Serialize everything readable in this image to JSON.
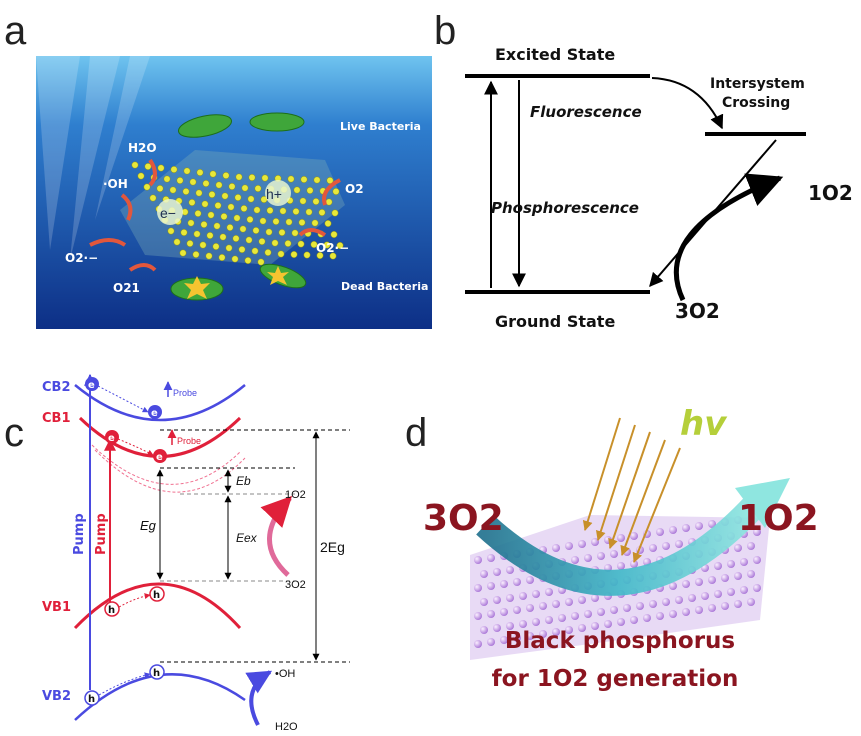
{
  "panels": {
    "a": {
      "letter": "a",
      "live_label": "Live Bacteria",
      "dead_label": "Dead Bacteria",
      "h2o": "H2O",
      "oh": "·OH",
      "o2": "O2",
      "o2_radical_left": "O2·−",
      "o2_radical_right": "O2·−",
      "o2_singlet": "O21",
      "electron": "e−",
      "hole": "h+"
    },
    "b": {
      "letter": "b",
      "excited_state": "Excited State",
      "ground_state": "Ground State",
      "fluorescence": "Fluorescence",
      "intersystem_1": "Intersystem",
      "intersystem_2": "Crossing",
      "phosphorescence": "Phosphorescence",
      "singlet_o2": "1O2",
      "triplet_o2": "3O2"
    },
    "c": {
      "letter": "c",
      "cb2": "CB2",
      "cb1": "CB1",
      "vb1": "VB1",
      "vb2": "VB2",
      "probe_top": "Probe",
      "probe_mid": "Probe",
      "pump_blue": "Pump",
      "pump_red": "Pump",
      "eg": "Eg",
      "eb": "Eb",
      "eex": "Eex",
      "two_eg": "2Eg",
      "singlet_o2": "1O2",
      "triplet_o2": "3O2",
      "oh": "•OH",
      "h2o": "H2O",
      "e": "e",
      "h": "h"
    },
    "d": {
      "letter": "d",
      "hv": "hv",
      "triplet_o2": "3O2",
      "singlet_o2": "1O2",
      "caption_1": "Black phosphorus",
      "caption_2": "for 1O2 generation"
    }
  }
}
